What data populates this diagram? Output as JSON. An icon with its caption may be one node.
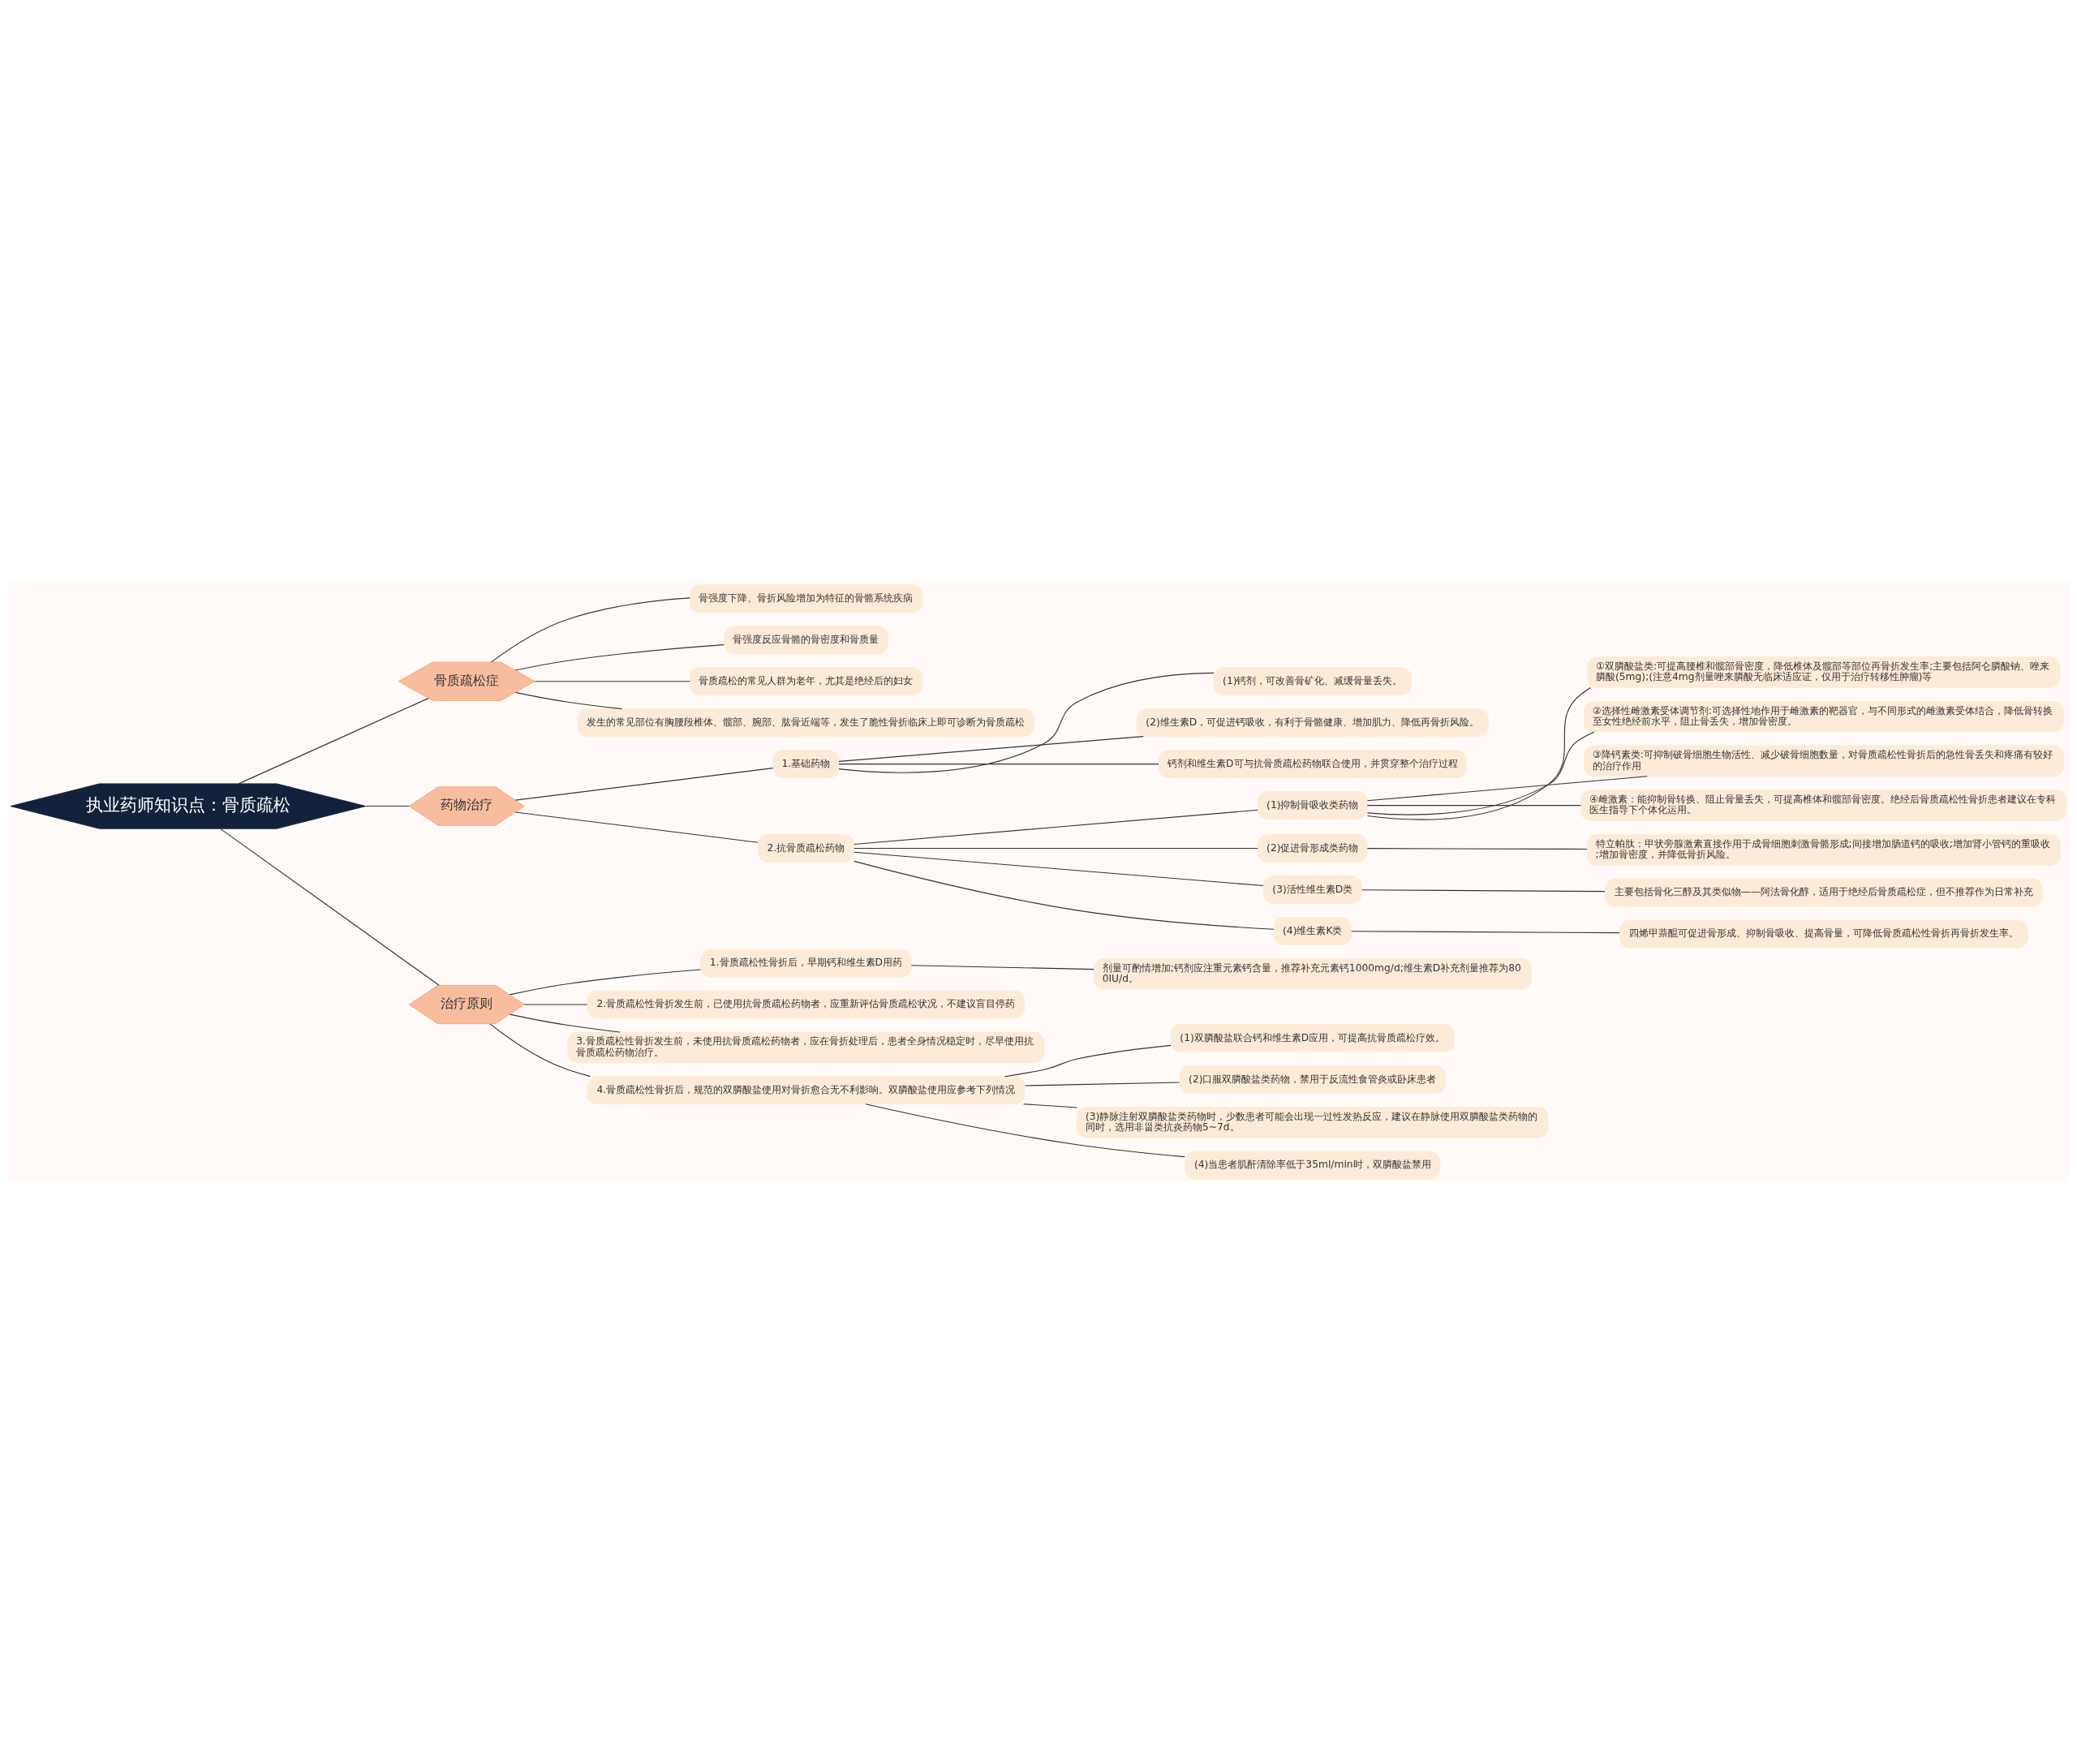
{
  "diagram": {
    "nodes": [
      {
        "text": [
          "执业药师知识点：骨质疏松"
        ]
      },
      {
        "text": [
          "骨质疏松症"
        ]
      },
      {
        "text": [
          "骨强度下降、骨折风险增加为特征的骨骼系统疾病"
        ]
      },
      {
        "text": [
          "骨强度反应骨骼的骨密度和骨质量"
        ]
      },
      {
        "text": [
          "骨质疏松的常见人群为老年，尤其是绝经后的妇女"
        ]
      },
      {
        "text": [
          "发生的常见部位有胸腰段椎体、髋部、腕部、肱骨近端等，发生了脆性骨折临床上即可诊断为骨质疏松"
        ]
      },
      {
        "text": [
          "药物治疗"
        ]
      },
      {
        "text": [
          "1.基础药物"
        ]
      },
      {
        "text": [
          "(1)钙剂，可改善骨矿化、减缓骨量丢失。"
        ]
      },
      {
        "text": [
          "(2)维生素D，可促进钙吸收，有利于骨骼健康、增加肌力、降低再骨折风险。"
        ]
      },
      {
        "text": [
          "钙剂和维生素D可与抗骨质疏松药物联合使用，并贯穿整个治疗过程"
        ]
      },
      {
        "text": [
          "2.抗骨质疏松药物"
        ]
      },
      {
        "text": [
          "(1)抑制骨吸收类药物"
        ]
      },
      {
        "text": [
          "①双膦酸盐类:可提高腰椎和髋部骨密度，降低椎体及髋部等部位再骨折发生率;主要包括阿仑膦酸钠、唑来膦酸(5mg);(注意4mg剂量唑来膦酸无临床适应证，仅用于治疗转移性肿瘤)等"
        ]
      },
      {
        "text": [
          "②选择性雌激素受体调节剂:可选择性地作用于雌激素的靶器官，与不同形式的雌激素受体结合，降低骨转换至女性绝经前水平，阻止骨丢失，增加骨密度。"
        ]
      },
      {
        "text": [
          "③降钙素类:可抑制破骨细胞生物活性、减少破骨细胞数量，对骨质疏松性骨折后的急性骨丢失和疼痛有较好的治疗作用"
        ]
      },
      {
        "text": [
          "④雌激素：能抑制骨转换、阻止骨量丢失，可提高椎体和髋部骨密度。绝经后骨质疏松性骨折患者建议在专科医生指导下个体化运用。"
        ]
      },
      {
        "text": [
          "(2)促进骨形成类药物"
        ]
      },
      {
        "text": [
          "特立帕肽：甲状旁腺激素直接作用于成骨细胞刺激骨骼形成;间接增加肠道钙的吸收;增加肾小管钙的重吸收;增加骨密度，并降低骨折风险。"
        ]
      },
      {
        "text": [
          "(3)活性维生素D类"
        ]
      },
      {
        "text": [
          "主要包括骨化三醇及其类似物——阿法骨化醇，适用于绝经后骨质疏松症，但不推荐作为日常补充"
        ]
      },
      {
        "text": [
          "(4)维生素K类"
        ]
      },
      {
        "text": [
          "四烯甲萘醌可促进骨形成、抑制骨吸收、提高骨量，可降低骨质疏松性骨折再骨折发生率。"
        ]
      },
      {
        "text": [
          "治疗原则"
        ]
      },
      {
        "text": [
          "1.骨质疏松性骨折后，早期钙和维生素D用药"
        ]
      },
      {
        "text": [
          "剂量可酌情增加;钙剂应注重元素钙含量，推荐补充元素钙1000mg/d;维生素D补充剂量推荐为800IU/d。"
        ]
      },
      {
        "text": [
          "2.骨质疏松性骨折发生前，已使用抗骨质疏松药物者，应重新评估骨质疏松状况，不建议盲目停药"
        ]
      },
      {
        "text": [
          "3.骨质疏松性骨折发生前，未使用抗骨质疏松药物者，应在骨折处理后，患者全身情况稳定时，尽早使用抗骨质疏松药物治疗。"
        ]
      },
      {
        "text": [
          "4.骨质疏松性骨折后，规范的双膦酸盐使用对骨折愈合无不利影响。双膦酸盐使用应参考下列情况"
        ]
      },
      {
        "text": [
          "(1)双膦酸盐联合钙和维生素D应用，可提高抗骨质疏松疗效。"
        ]
      },
      {
        "text": [
          "(2)口服双膦酸盐类药物，禁用于反流性食管炎或卧床患者"
        ]
      },
      {
        "text": [
          "(3)静脉注射双膦酸盐类药物时，少数患者可能会出现一过性发热反应，建议在静脉使用双膦酸盐类药物的同时，选用非甾类抗炎药物5~7d。"
        ]
      },
      {
        "text": [
          "(4)当患者肌酐清除率低于35ml/min时，双膦酸盐禁用"
        ]
      }
    ],
    "edges": [
      {
        "from": 0,
        "to": 1,
        "arrow": "none"
      },
      {
        "from": 1,
        "to": 2,
        "arrow": "none"
      },
      {
        "from": 1,
        "to": 3,
        "arrow": "none"
      },
      {
        "from": 1,
        "to": 4,
        "arrow": "none"
      },
      {
        "from": 1,
        "to": 5,
        "arrow": "none"
      },
      {
        "from": 0,
        "to": 6,
        "arrow": "none"
      },
      {
        "from": 6,
        "to": 7,
        "arrow": "none"
      },
      {
        "from": 7,
        "to": 8,
        "arrow": "none"
      },
      {
        "from": 7,
        "to": 9,
        "arrow": "none"
      },
      {
        "from": 7,
        "to": 10,
        "arrow": "none"
      },
      {
        "from": 6,
        "to": 11,
        "arrow": "none"
      },
      {
        "from": 11,
        "to": 12,
        "arrow": "none"
      },
      {
        "from": 12,
        "to": 13,
        "arrow": "none"
      },
      {
        "from": 12,
        "to": 14,
        "arrow": "none"
      },
      {
        "from": 12,
        "to": 15,
        "arrow": "none"
      },
      {
        "from": 12,
        "to": 16,
        "arrow": "none"
      },
      {
        "from": 11,
        "to": 17,
        "arrow": "none"
      },
      {
        "from": 17,
        "to": 18,
        "arrow": "none"
      },
      {
        "from": 11,
        "to": 19,
        "arrow": "none"
      },
      {
        "from": 19,
        "to": 20,
        "arrow": "none"
      },
      {
        "from": 11,
        "to": 21,
        "arrow": "none"
      },
      {
        "from": 21,
        "to": 22,
        "arrow": "none"
      },
      {
        "from": 0,
        "to": 23,
        "arrow": "none"
      },
      {
        "from": 23,
        "to": 24,
        "arrow": "none"
      },
      {
        "from": 24,
        "to": 25,
        "arrow": "none"
      },
      {
        "from": 23,
        "to": 26,
        "arrow": "none"
      },
      {
        "from": 23,
        "to": 27,
        "arrow": "none"
      },
      {
        "from": 23,
        "to": 28,
        "arrow": "none"
      },
      {
        "from": 28,
        "to": 29,
        "arrow": "none"
      },
      {
        "from": 28,
        "to": 30,
        "arrow": "none"
      },
      {
        "from": 28,
        "to": 31,
        "arrow": "none"
      },
      {
        "from": 28,
        "to": 32,
        "arrow": "none"
      }
    ]
  }
}
